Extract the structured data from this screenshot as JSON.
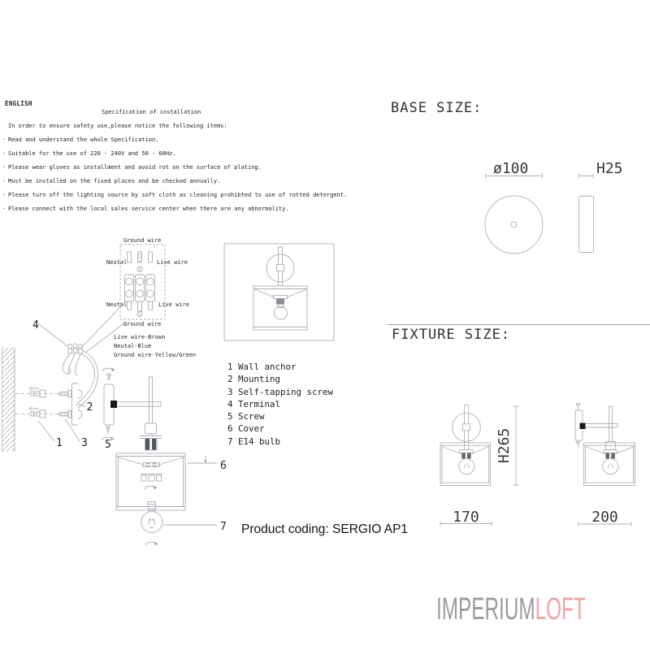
{
  "colors": {
    "line": "#a9aeb4",
    "text_dark": "#26282b",
    "dim_text": "#35383c",
    "logo_gray": "#9b9a9f",
    "logo_pink": "#f2a2a6"
  },
  "spec": {
    "language": "ENGLISH",
    "title": "Specification of installation",
    "intro": "In order to ensure safety use,please notice the following items:",
    "bullet": "·",
    "items": [
      "Read and understand the whole Specification.",
      "Suitable for the use of 220 - 240V and 50 - 60Hz.",
      "Please wear gloves as installment and avoid rot on the surface of plating.",
      "Must be installed on the fixed places and be checked annually.",
      "Please turn off the lighting source by soft cloth as cleaning prohibted to use of rotted detergent.",
      "Please connect with the local sales service center when there are any abnormality."
    ]
  },
  "wiring": {
    "ground_top": "Ground wire",
    "neutral_top": "Neutal",
    "live_top": "Live wire",
    "neutral_bottom": "Neutal",
    "live_bottom": "Live wire",
    "ground_bottom": "Ground wire",
    "legend": [
      "Live wire-Brown",
      "Neutal-Blue",
      "Ground wire-Yellow/Green"
    ]
  },
  "callouts": {
    "c1": "1",
    "c2": "2",
    "c3": "3",
    "c4": "4",
    "c5": "5",
    "c6": "6",
    "c7": "7"
  },
  "parts": {
    "items": [
      "1 Wall anchor",
      "2 Mounting",
      "3 Self-tapping screw",
      "4 Terminal",
      "5 Screw",
      "6 Cover",
      "7 E14 bulb"
    ]
  },
  "product": {
    "coding": "Product coding: SERGIO AP1"
  },
  "base_size": {
    "heading": "BASE SIZE:",
    "diameter": "ø100",
    "height": "H25"
  },
  "fixture_size": {
    "heading": "FIXTURE SIZE:",
    "height": "H265",
    "width": "170",
    "depth": "200"
  },
  "logo": {
    "first": "IMPERIUM",
    "second": "LOFT"
  }
}
